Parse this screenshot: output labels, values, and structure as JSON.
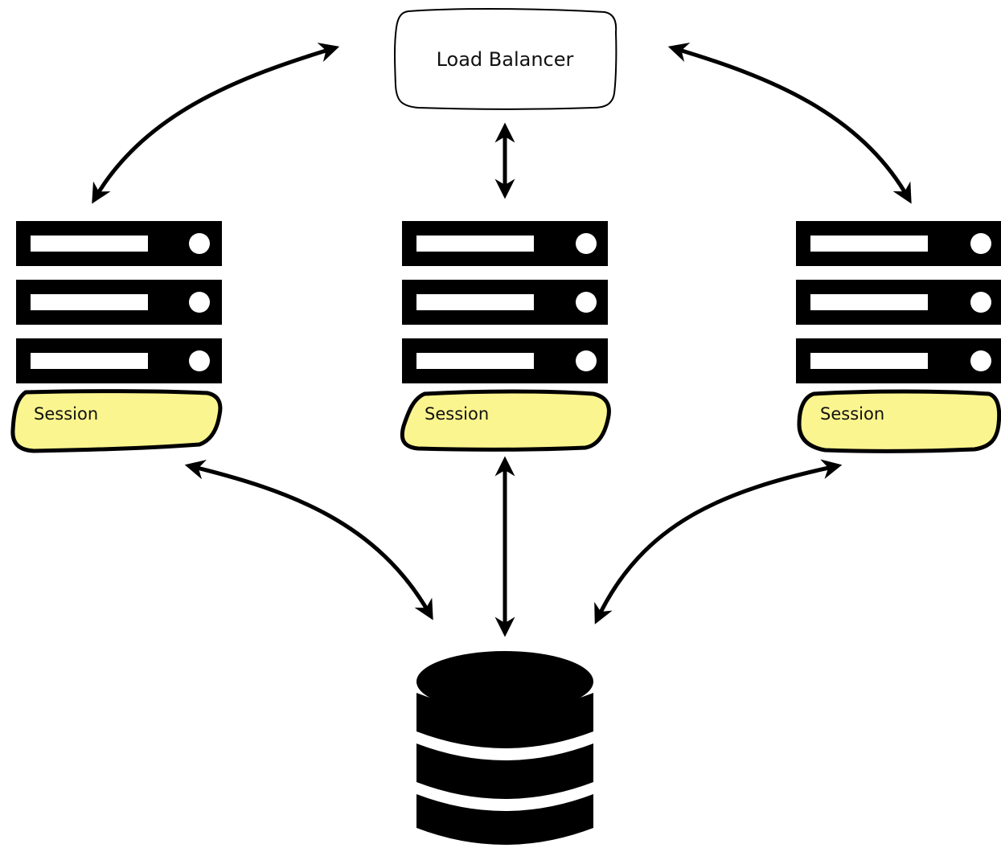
{
  "load_balancer": {
    "label": "Load Balancer"
  },
  "servers": [
    {
      "id": "left",
      "session_label": "Session"
    },
    {
      "id": "center",
      "session_label": "Session"
    },
    {
      "id": "right",
      "session_label": "Session"
    }
  ],
  "colors": {
    "session_fill": "#fbf58f",
    "stroke": "#000000",
    "background": "#ffffff"
  },
  "icons": {
    "server": "server-rack-icon",
    "database": "database-icon"
  }
}
